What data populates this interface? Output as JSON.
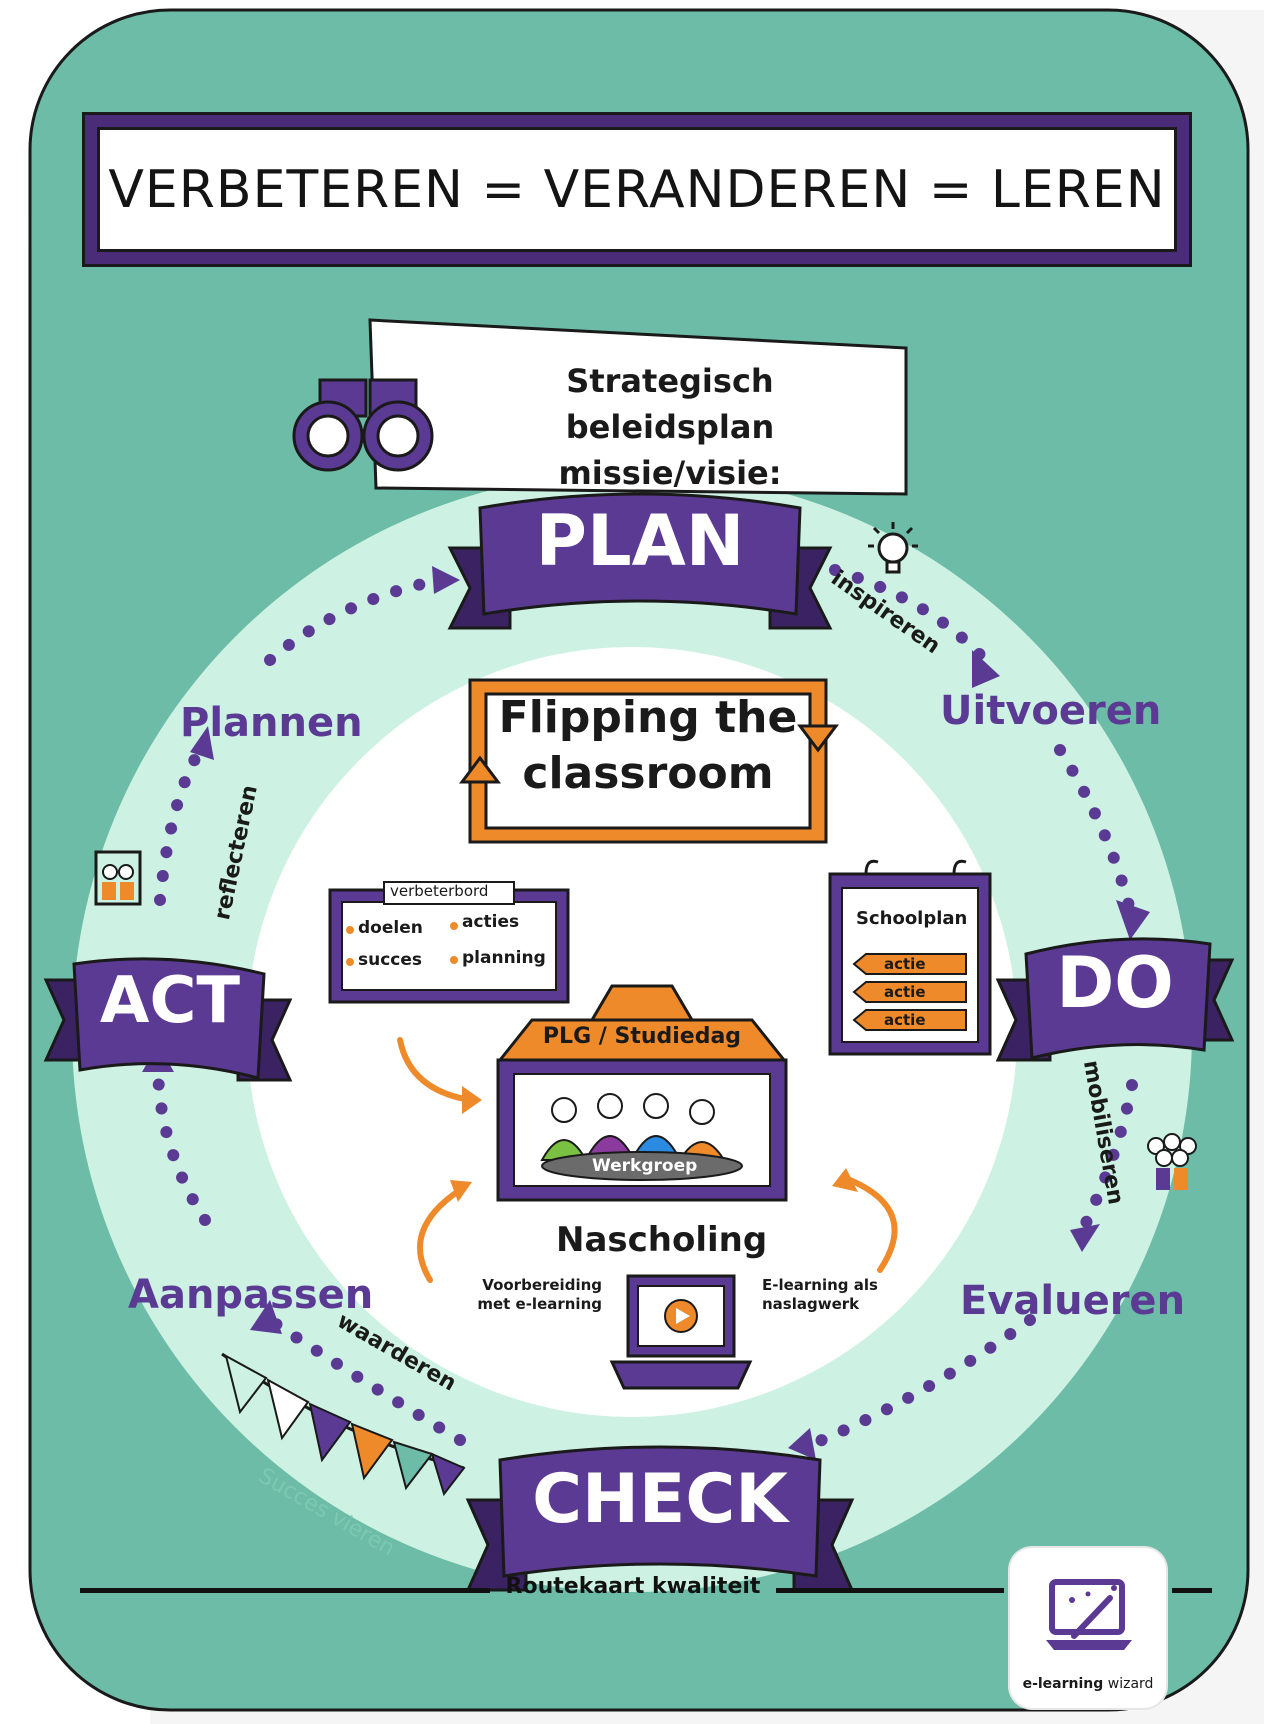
{
  "title": "VERBETEREN = VERANDEREN = LEREN",
  "strategy": {
    "line1": "Strategisch beleidsplan",
    "line2": "missie/visie:"
  },
  "phases": {
    "plan": "PLAN",
    "do": "DO",
    "check": "CHECK",
    "act": "ACT"
  },
  "steps": {
    "uitvoeren": "Uitvoeren",
    "evalueren": "Evalueren",
    "aanpassen": "Aanpassen",
    "plannen": "Plannen"
  },
  "verbs": {
    "inspireren": "inspireren",
    "mobiliseren": "mobiliseren",
    "waarderen": "waarderen",
    "reflecteren": "reflecteren",
    "succes_vieren": "Succes vieren"
  },
  "center": {
    "line1": "Flipping the",
    "line2": "classroom"
  },
  "board": {
    "title": "verbeterbord",
    "items": [
      "doelen",
      "acties",
      "succes",
      "planning"
    ]
  },
  "schoolplan": {
    "title": "Schoolplan",
    "items": [
      "actie",
      "actie",
      "actie"
    ]
  },
  "building": {
    "title": "PLG / Studiedag",
    "group": "Werkgroep"
  },
  "nascholing": "Nascholing",
  "laptop": {
    "left": "Voorbereiding met e-learning",
    "right": "E-learning als naslagwerk"
  },
  "footer": "Routekaart kwaliteit",
  "logo": {
    "brand": "e-learning",
    "suffix": "wizard"
  },
  "colors": {
    "teal": "#6dbca7",
    "mint": "#cdf2e3",
    "purple": "#5b3a94",
    "orange": "#ef8a2a"
  }
}
